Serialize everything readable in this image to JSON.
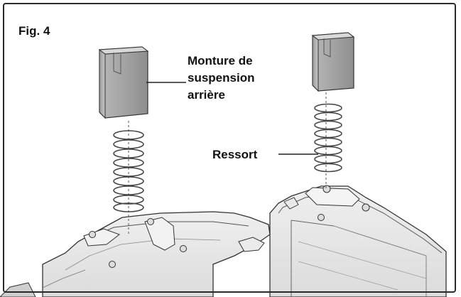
{
  "figure": {
    "label": "Fig. 4",
    "callouts": {
      "mount": {
        "line1": "Monture de",
        "line2": "suspension",
        "line3": "arrière"
      },
      "spring": {
        "text": "Ressort"
      }
    }
  }
}
